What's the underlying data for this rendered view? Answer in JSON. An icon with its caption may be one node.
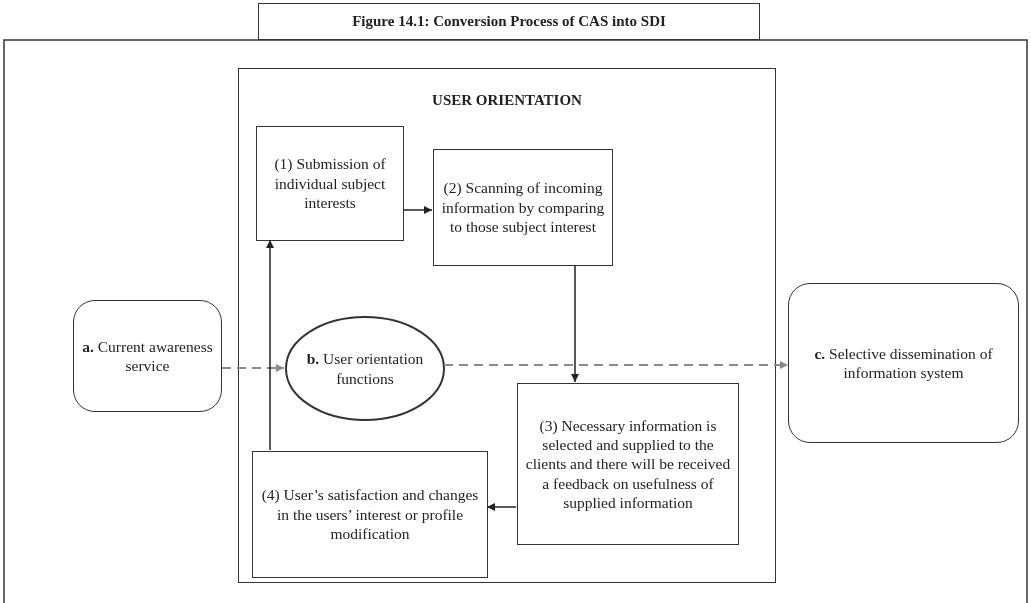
{
  "diagram": {
    "title": "Figure 14.1: Conversion Process of CAS into SDI",
    "nodes": [
      {
        "text": [
          "**a.** Current awareness service"
        ]
      },
      {
        "text": [
          "USER ORIENTATION"
        ]
      },
      {
        "text": [
          "(1) Submission of individual subject interests"
        ],
        "in": 1
      },
      {
        "text": [
          "(2) Scanning of incoming information by comparing to those subject interest"
        ],
        "in": 1
      },
      {
        "text": [
          "**b.** User orientation functions"
        ],
        "in": 1
      },
      {
        "text": [
          "(3) Necessary information is selected and supplied to the clients and there will be received a feedback on usefulness of supplied information"
        ],
        "in": 1
      },
      {
        "text": [
          "(4) User’s satisfaction and changes in the users’ interest or profile modification"
        ],
        "in": 1
      },
      {
        "text": [
          "**c.** Selective dissemination of information system"
        ]
      }
    ],
    "edges": [
      {
        "from": 0,
        "to": 4,
        "arrow": "to",
        "style": "dashed",
        "color": "#8a8a8a"
      },
      {
        "from": 4,
        "to": 7,
        "arrow": "to",
        "style": "dashed",
        "color": "#8a8a8a"
      },
      {
        "from": 2,
        "to": 3,
        "arrow": "to"
      },
      {
        "from": 3,
        "to": 5,
        "arrow": "to"
      },
      {
        "from": 5,
        "to": 6,
        "arrow": "to"
      },
      {
        "from": 6,
        "to": 2,
        "arrow": "to"
      }
    ]
  }
}
